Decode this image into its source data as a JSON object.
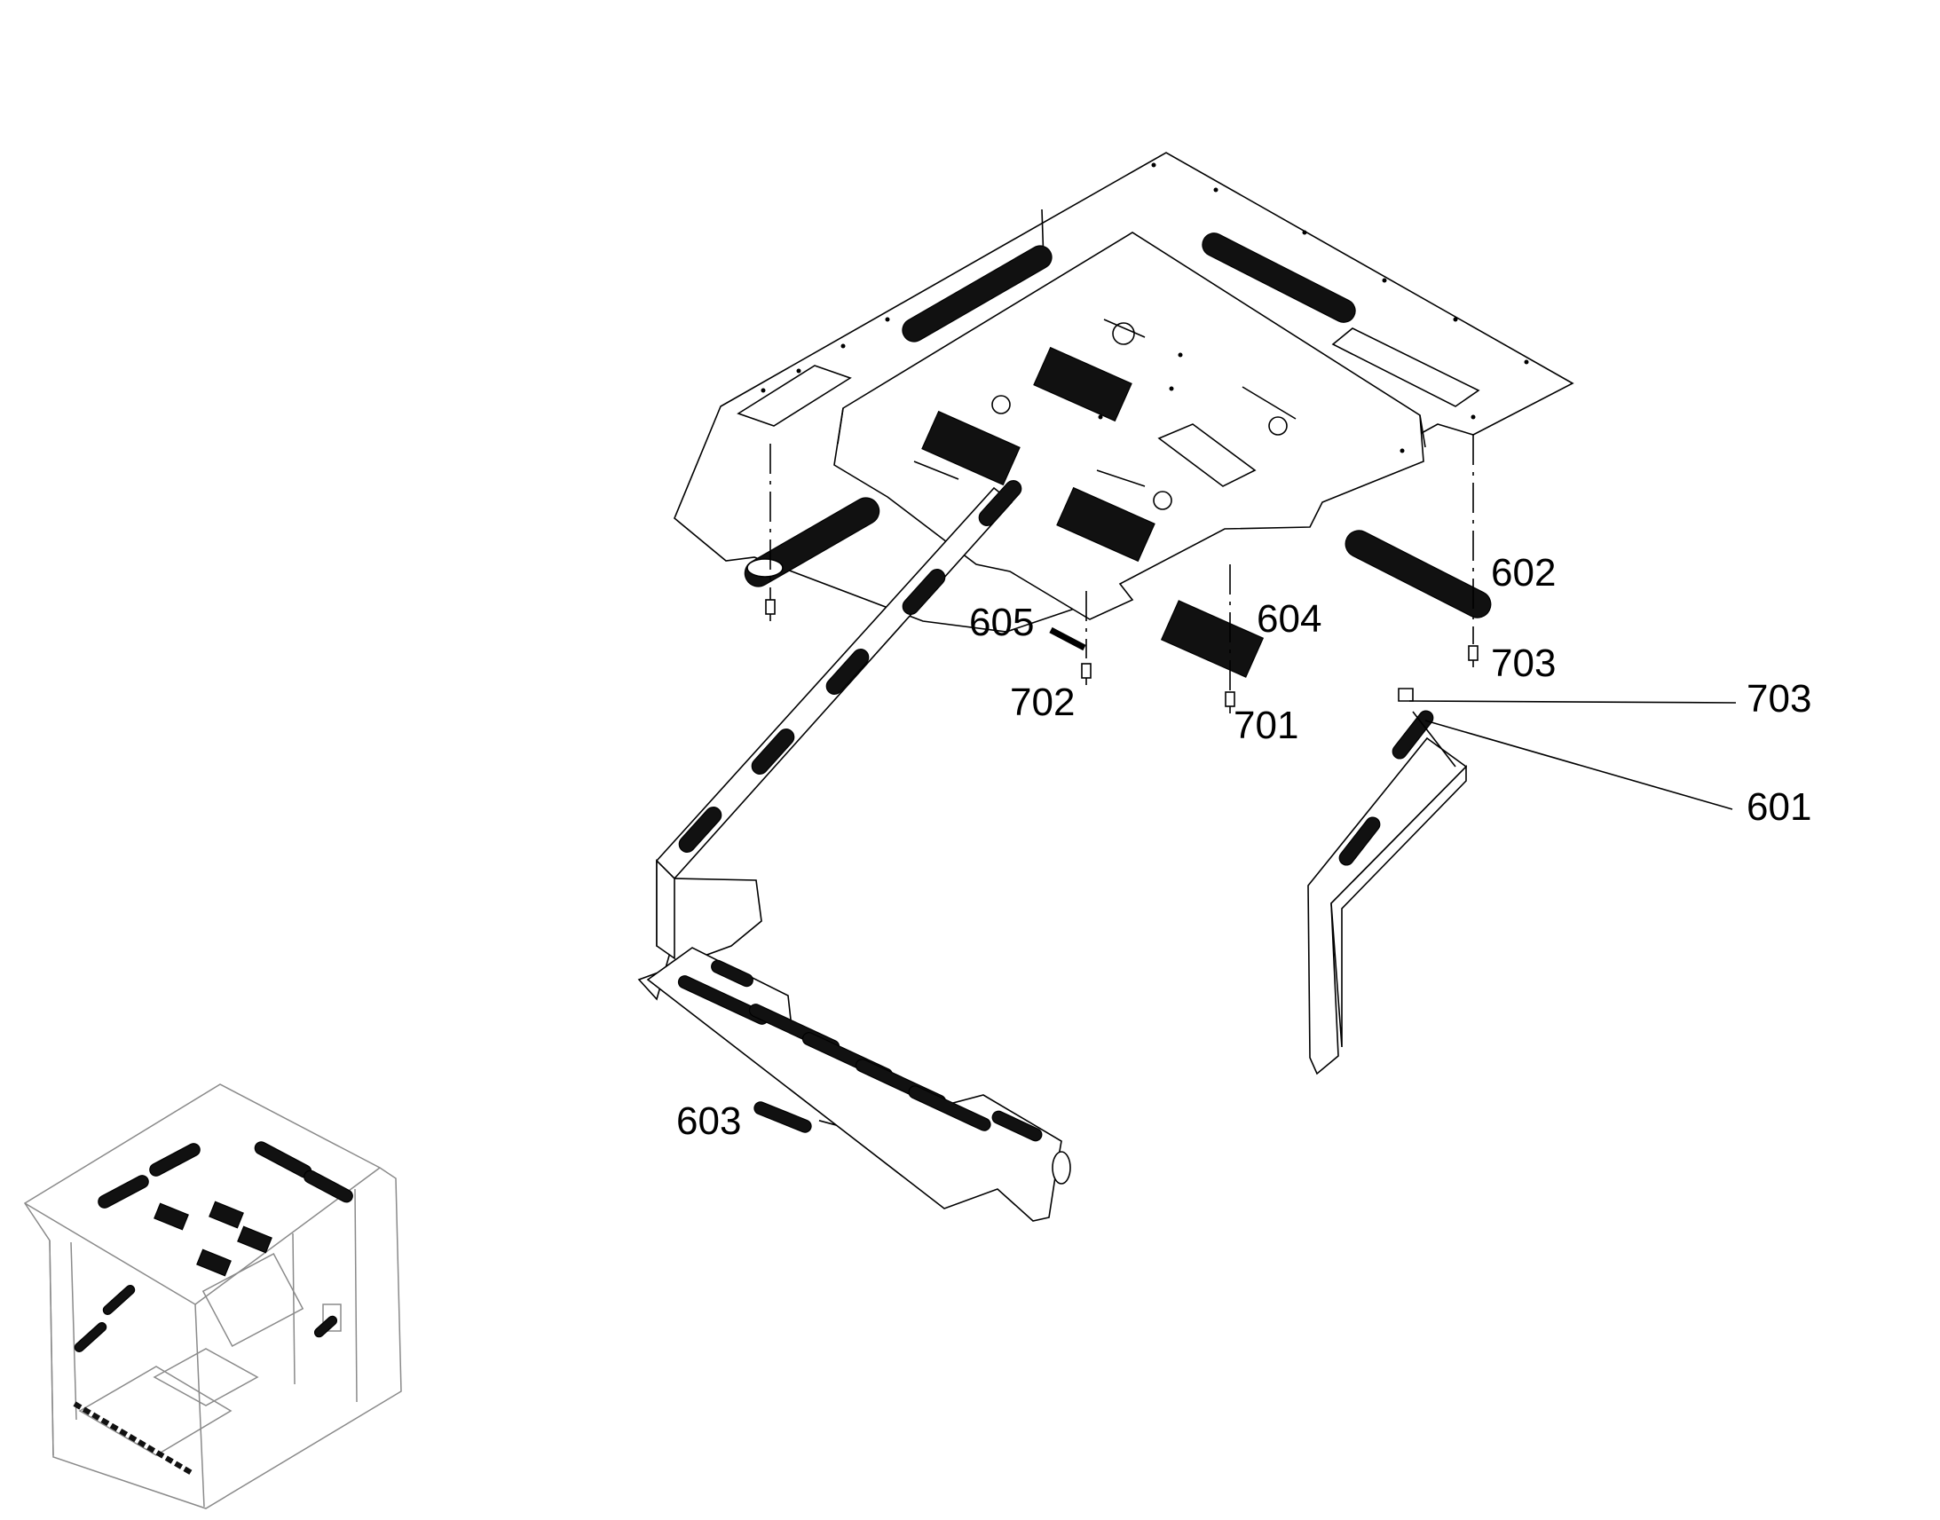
{
  "diagram": {
    "callouts": [
      {
        "id": "c602",
        "label": "602"
      },
      {
        "id": "c605",
        "label": "605"
      },
      {
        "id": "c604",
        "label": "604"
      },
      {
        "id": "c703a",
        "label": "703"
      },
      {
        "id": "c702",
        "label": "702"
      },
      {
        "id": "c701",
        "label": "701"
      },
      {
        "id": "c703b",
        "label": "703"
      },
      {
        "id": "c601",
        "label": "601"
      },
      {
        "id": "c603",
        "label": "603"
      }
    ]
  },
  "colors": {
    "line": "#000000",
    "overview_line": "#8a8a8a",
    "background": "#ffffff"
  }
}
